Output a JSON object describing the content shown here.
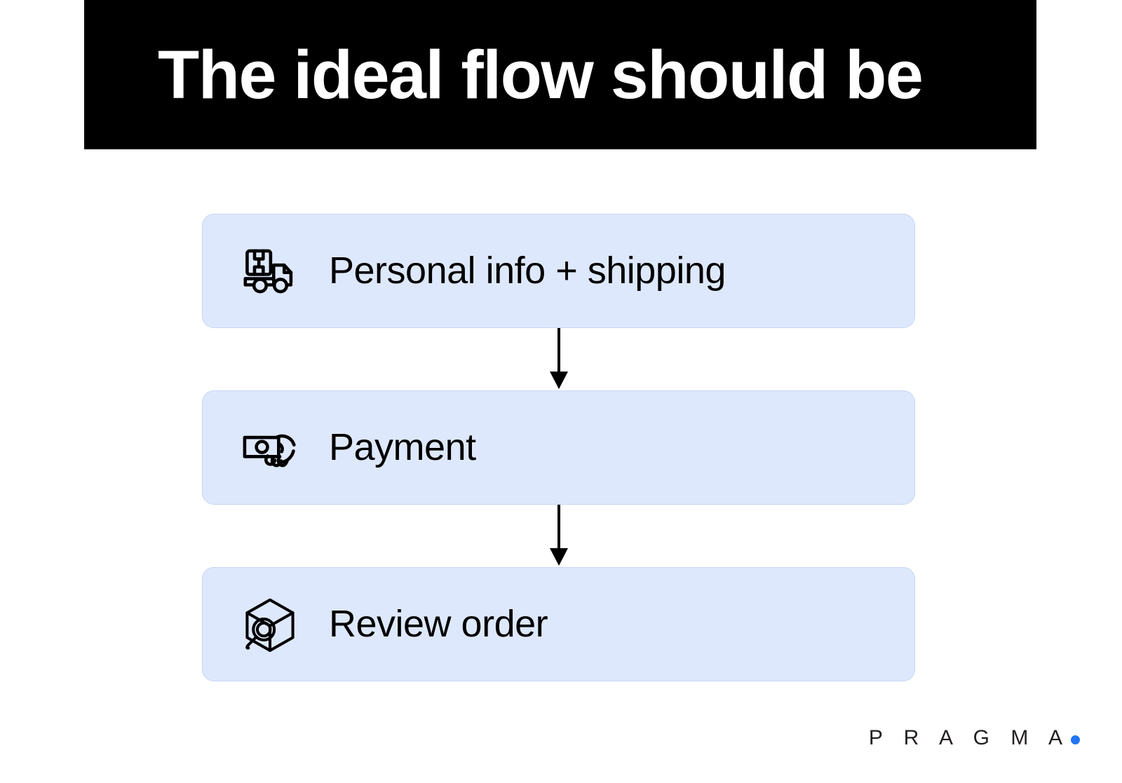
{
  "slide": {
    "title": "The ideal flow should be",
    "background_color": "#ffffff",
    "banner_color": "#000000",
    "title_color": "#ffffff"
  },
  "flow": {
    "card_background": "#dee8fc",
    "card_border": "#c5d6f5",
    "text_color": "#000000",
    "arrow_color": "#000000",
    "steps": [
      {
        "label": "Personal info + shipping",
        "icon": "delivery-truck-icon",
        "order": 1
      },
      {
        "label": "Payment",
        "icon": "cash-in-hand-icon",
        "order": 2
      },
      {
        "label": "Review order",
        "icon": "box-magnifier-icon",
        "order": 3
      }
    ],
    "connectors": [
      {
        "from": "Personal info + shipping",
        "to": "Payment",
        "type": "down-arrow"
      },
      {
        "from": "Payment",
        "to": "Review order",
        "type": "down-arrow"
      }
    ]
  },
  "branding": {
    "name": "P R A G M A",
    "dot_color": "#2176f3",
    "text_color": "#231f20"
  }
}
